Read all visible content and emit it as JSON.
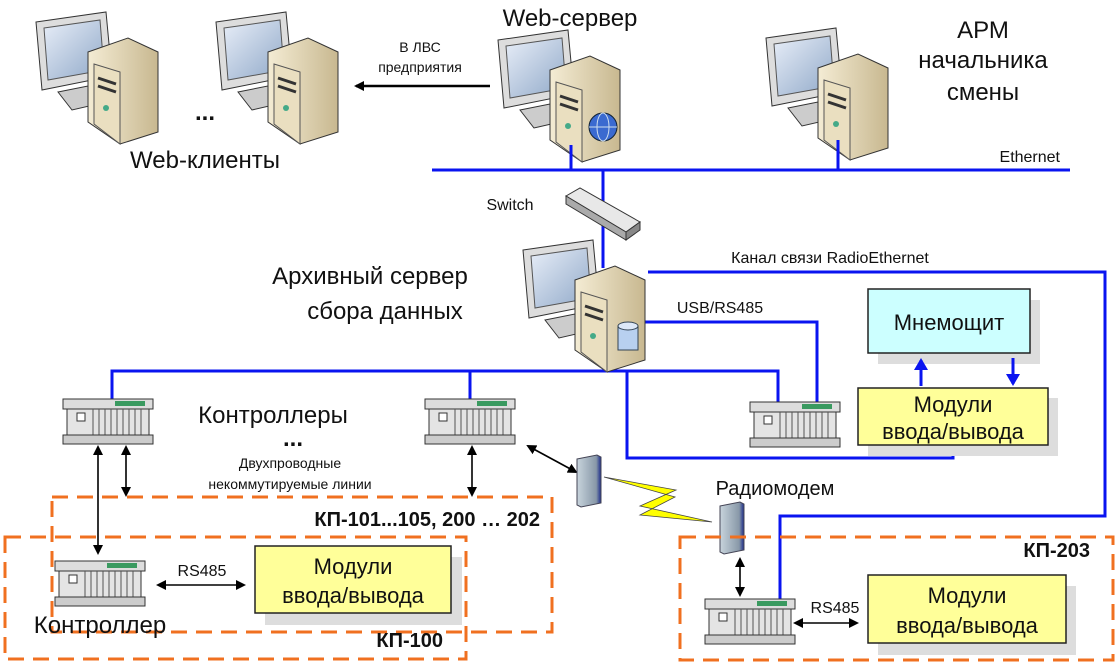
{
  "labels": {
    "web_clients": "Web-клиенты",
    "ellipsis": "...",
    "lan_line1": "В ЛВС",
    "lan_line2": "предприятия",
    "web_server": "Web-сервер",
    "arm_line1": "АРМ",
    "arm_line2": "начальника",
    "arm_line3": "смены",
    "ethernet": "Ethernet",
    "switch": "Switch",
    "archive_line1": "Архивный сервер",
    "archive_line2": "сбора данных",
    "radio_ethernet": "Канал связи RadioEthernet",
    "usb_rs485": "USB/RS485",
    "mnemo": "Мнемощит",
    "modules_line1": "Модули",
    "modules_line2": "ввода/вывода",
    "controllers": "Контроллеры",
    "controllers_dots": "...",
    "two_wire_line1": "Двухпроводные",
    "two_wire_line2": "некоммутируемые линии",
    "kp_group": "КП-101...105, 200 … 202",
    "rs485": "RS485",
    "controller": "Контроллер",
    "kp100": "КП-100",
    "radiomodem": "Радиомодем",
    "kp203": "КП-203"
  },
  "colors": {
    "bus": "#0a14f0",
    "dashed_border": "#f07020",
    "modules_fill": "#ffff99",
    "mnemo_fill": "#ccffff",
    "lightning": "#ffff00"
  },
  "icons": [
    "computer-icon",
    "server-icon",
    "globe-icon",
    "database-icon",
    "switch-icon",
    "controller-rack-icon",
    "radiomodem-icon",
    "lightning-icon"
  ]
}
